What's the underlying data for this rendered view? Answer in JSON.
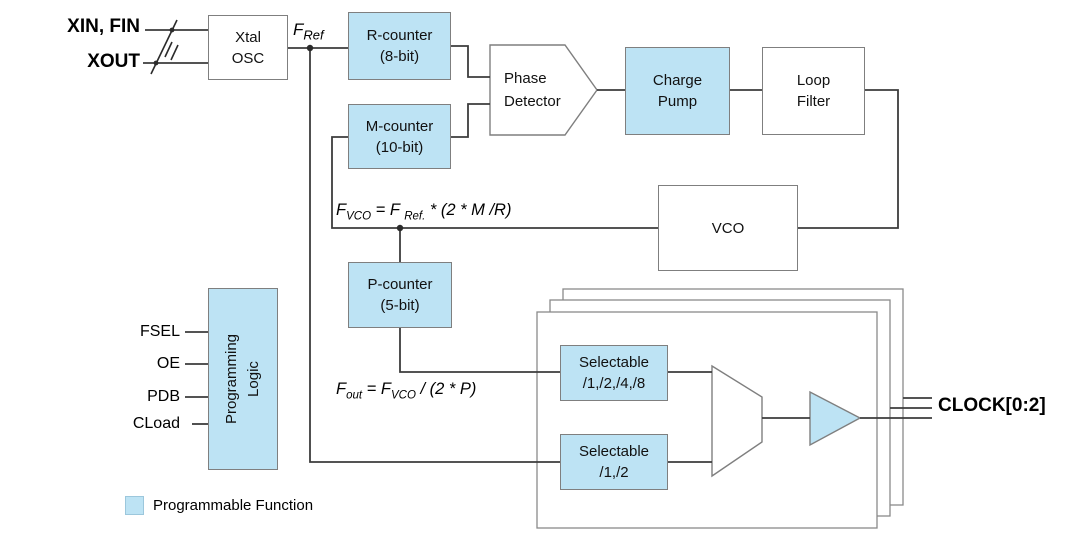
{
  "colors": {
    "programmable_fill": "#BDE3F4",
    "box_border": "#7F7F7F",
    "wire": "#3C3C3C"
  },
  "io_labels": {
    "xin_fin": "XIN, FIN",
    "xout": "XOUT",
    "fsel": "FSEL",
    "oe": "OE",
    "pdb": "PDB",
    "cload": "CLoad",
    "clock_out": "CLOCK[0:2]"
  },
  "signals": {
    "f_ref_base": "F",
    "f_ref_sub": "Ref"
  },
  "blocks": {
    "xtal_osc": {
      "line1": "Xtal",
      "line2": "OSC"
    },
    "r_counter": {
      "line1": "R-counter",
      "line2": "(8-bit)"
    },
    "m_counter": {
      "line1": "M-counter",
      "line2": "(10-bit)"
    },
    "phase_detector": {
      "line1": "Phase",
      "line2": "Detector"
    },
    "charge_pump": {
      "line1": "Charge",
      "line2": "Pump"
    },
    "loop_filter": {
      "line1": "Loop",
      "line2": "Filter"
    },
    "vco": {
      "label": "VCO"
    },
    "p_counter": {
      "line1": "P-counter",
      "line2": "(5-bit)"
    },
    "programming_logic": {
      "line1": "Programming",
      "line2": "Logic"
    },
    "selectable_a": {
      "line1": "Selectable",
      "line2": "/1,/2,/4,/8"
    },
    "selectable_b": {
      "line1": "Selectable",
      "line2": "/1,/2"
    }
  },
  "formulas": {
    "fvco": {
      "p1": "F",
      "s1": "VCO",
      "p2": " = F ",
      "s2": "Ref.",
      "p3": " * (2 * M /R)"
    },
    "fout": {
      "p1": "F",
      "s1": "out",
      "p2": " = F",
      "s2": "VCO",
      "p3": " / (2 * P)"
    }
  },
  "legend": {
    "label": "Programmable Function"
  }
}
